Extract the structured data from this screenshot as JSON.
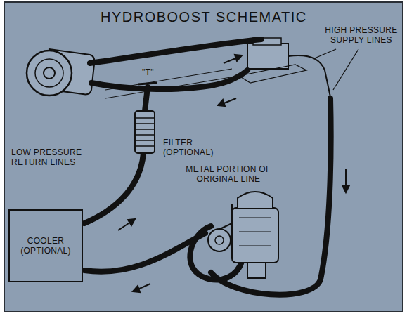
{
  "diagram": {
    "title": "HYDROBOOST SCHEMATIC",
    "nodes": [
      {
        "text": [
          "COOLER (OPTIONAL)"
        ]
      }
    ],
    "labels": [
      "HIGH PRESSURE SUPPLY LINES",
      "\"T\"",
      "LOW PRESSURE RETURN LINES",
      "FILTER (OPTIONAL)",
      "METAL PORTION OF ORIGINAL LINE"
    ]
  }
}
